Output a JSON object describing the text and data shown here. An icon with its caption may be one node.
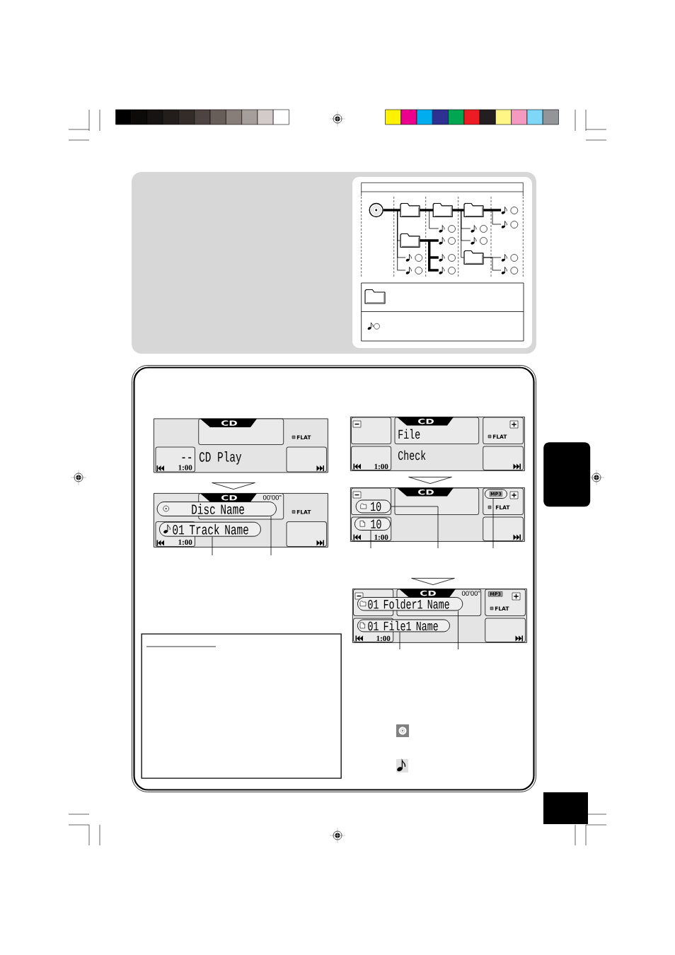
{
  "diagram": {
    "nodes": [
      {
        "text": [],
        "shape": "disc"
      },
      {
        "text": [],
        "shape": "folder"
      },
      {
        "text": [],
        "shape": "folder"
      },
      {
        "text": [],
        "shape": "folder"
      },
      {
        "text": [],
        "shape": "note"
      },
      {
        "text": [],
        "shape": "note"
      },
      {
        "text": [],
        "shape": "note"
      },
      {
        "text": [],
        "shape": "note"
      },
      {
        "text": [],
        "shape": "folder"
      },
      {
        "text": [],
        "shape": "note"
      },
      {
        "text": [],
        "shape": "note"
      },
      {
        "text": [],
        "shape": "note"
      },
      {
        "text": [],
        "shape": "note"
      },
      {
        "text": [],
        "shape": "folder"
      },
      {
        "text": [],
        "shape": "note"
      },
      {
        "text": [],
        "shape": "note"
      },
      {
        "text": [],
        "shape": "note"
      },
      {
        "text": [],
        "shape": "note"
      },
      {
        "text": [
          "CD",
          "FLAT",
          "-- CD Play",
          "1:00"
        ]
      },
      {
        "text": [
          "CD",
          "00'00\"",
          "FLAT",
          "1:00"
        ]
      },
      {
        "text": [
          "Disc Name"
        ],
        "in": 19
      },
      {
        "text": [
          "01 Track Name"
        ],
        "in": 19
      },
      {
        "text": [
          "CD",
          "File Check",
          "FLAT",
          "1:00"
        ]
      },
      {
        "text": [
          "CD",
          "FLAT",
          "1:00"
        ]
      },
      {
        "text": [
          "10"
        ],
        "in": 23
      },
      {
        "text": [
          "MP3"
        ],
        "in": 23
      },
      {
        "text": [
          "10"
        ],
        "in": 23
      },
      {
        "text": [
          "CD",
          "00'00\"",
          "MP3",
          "FLAT",
          "1:00"
        ]
      },
      {
        "text": [
          "01 Folder1 Name"
        ],
        "in": 27
      },
      {
        "text": [
          "01 File1 Name"
        ],
        "in": 27
      },
      {
        "text": [],
        "shape": "box"
      },
      {
        "text": [],
        "shape": "box"
      }
    ],
    "edges": [
      {
        "from": 0,
        "to": 1,
        "arrow": "none",
        "style": "thick"
      },
      {
        "from": 1,
        "to": 2,
        "arrow": "none",
        "style": "thick"
      },
      {
        "from": 2,
        "to": 3,
        "arrow": "none",
        "style": "thick"
      },
      {
        "from": 3,
        "to": 4,
        "arrow": "none",
        "style": "thick"
      },
      {
        "from": 3,
        "to": 5,
        "arrow": "none"
      },
      {
        "from": 1,
        "to": 6,
        "arrow": "none"
      },
      {
        "from": 2,
        "to": 7,
        "arrow": "none"
      },
      {
        "from": 0,
        "to": 8,
        "arrow": "none"
      },
      {
        "from": 8,
        "to": 9,
        "arrow": "none",
        "style": "thick"
      },
      {
        "from": 2,
        "to": 10,
        "arrow": "none"
      },
      {
        "from": 0,
        "to": 11,
        "arrow": "none"
      },
      {
        "from": 8,
        "to": 12,
        "arrow": "none",
        "style": "thick"
      },
      {
        "from": 2,
        "to": 13,
        "arrow": "none"
      },
      {
        "from": 13,
        "to": 14,
        "arrow": "none"
      },
      {
        "from": 0,
        "to": 15,
        "arrow": "none"
      },
      {
        "from": 8,
        "to": 16,
        "arrow": "none",
        "style": "thick"
      },
      {
        "from": 13,
        "to": 17,
        "arrow": "none"
      },
      {
        "from": 18,
        "to": 19,
        "arrow": "to"
      },
      {
        "from": 22,
        "to": 23,
        "arrow": "to"
      },
      {
        "from": 23,
        "to": 27,
        "arrow": "to"
      },
      {
        "from": null,
        "to": 21,
        "arrow": "none"
      },
      {
        "from": null,
        "to": 20,
        "arrow": "none"
      },
      {
        "from": null,
        "to": 26,
        "arrow": "none"
      },
      {
        "from": null,
        "to": 24,
        "arrow": "none"
      },
      {
        "from": null,
        "to": 25,
        "arrow": "none"
      },
      {
        "from": null,
        "to": 29,
        "arrow": "none"
      },
      {
        "from": null,
        "to": 28,
        "arrow": "none"
      }
    ]
  }
}
